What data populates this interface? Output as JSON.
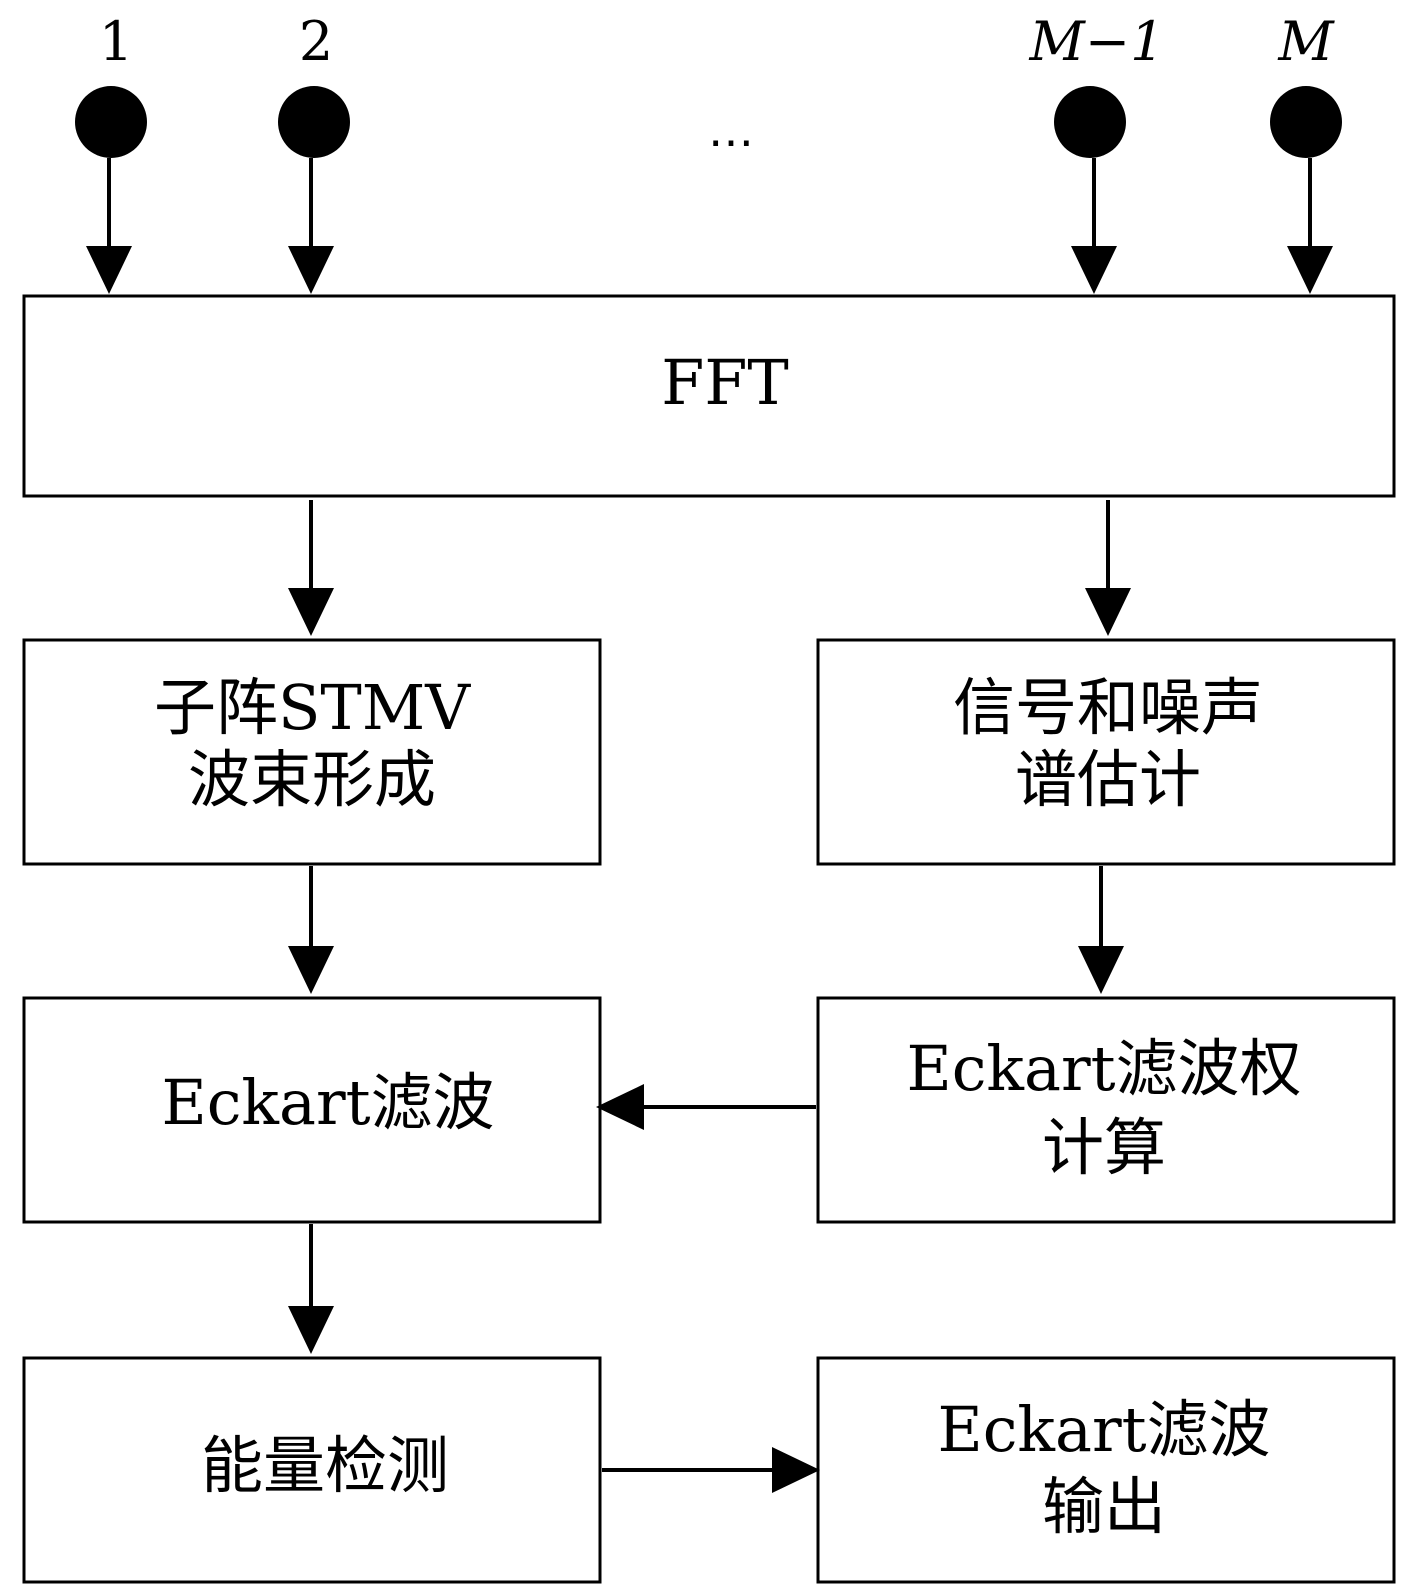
{
  "sensors": [
    {
      "label": "1",
      "italic": false
    },
    {
      "label": "2",
      "italic": false
    },
    {
      "label": "M−1",
      "italic": true
    },
    {
      "label": "M",
      "italic": true
    }
  ],
  "ellipsis": "⋯",
  "blocks": {
    "fft": [
      "FFT"
    ],
    "stmv": [
      "子阵STMV",
      "波束形成"
    ],
    "spectrum": [
      "信号和噪声",
      "谱估计"
    ],
    "eckart_filter": [
      "Eckart滤波"
    ],
    "eckart_weight": [
      "Eckart滤波权",
      "计算"
    ],
    "energy": [
      "能量检测"
    ],
    "output": [
      "Eckart滤波",
      "输出"
    ]
  }
}
